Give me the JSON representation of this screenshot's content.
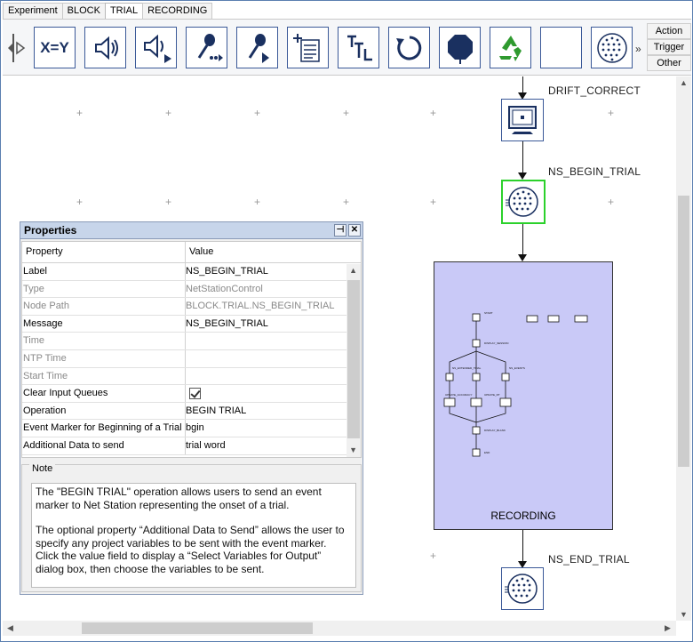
{
  "tabs": [
    {
      "label": "Experiment",
      "active": false
    },
    {
      "label": "BLOCK",
      "active": false
    },
    {
      "label": "TRIAL",
      "active": true
    },
    {
      "label": "RECORDING",
      "active": false
    }
  ],
  "toolbar": {
    "buttons": [
      {
        "name": "set-variable-button",
        "icon": "x-equals-y-icon",
        "text": "X=Y"
      },
      {
        "name": "play-sound-button",
        "icon": "speaker-icon"
      },
      {
        "name": "play-sound-until-button",
        "icon": "speaker-arrow-icon"
      },
      {
        "name": "record-sound-button",
        "icon": "microphone-dots-icon"
      },
      {
        "name": "record-sound-arrow-button",
        "icon": "microphone-arrow-icon"
      },
      {
        "name": "text-display-button",
        "icon": "text-add-icon"
      },
      {
        "name": "ttl-button",
        "icon": "ttl-icon"
      },
      {
        "name": "loop-button",
        "icon": "loop-icon"
      },
      {
        "name": "stop-button",
        "icon": "stop-sign-icon"
      },
      {
        "name": "recycle-button",
        "icon": "recycle-icon"
      },
      {
        "name": "blank-button",
        "icon": "blank-icon"
      },
      {
        "name": "net-station-button",
        "icon": "sensor-net-icon"
      }
    ],
    "more_label": "»",
    "side_tabs": [
      "Action",
      "Trigger",
      "Other"
    ]
  },
  "canvas": {
    "nodes": [
      {
        "name": "drift-correct",
        "label": "DRIFT_CORRECT",
        "icon": "monitor-icon"
      },
      {
        "name": "ns-begin-trial",
        "label": "NS_BEGIN_TRIAL",
        "icon": "sensor-net-icon",
        "selected": true
      },
      {
        "name": "recording",
        "label": "RECORDING",
        "icon": "sub-graph-icon"
      },
      {
        "name": "ns-end-trial",
        "label": "NS_END_TRIAL",
        "icon": "sensor-net-icon"
      }
    ]
  },
  "properties": {
    "title": "Properties",
    "pin_glyph": "⊣",
    "close_glyph": "✕",
    "header": {
      "property": "Property",
      "value": "Value"
    },
    "rows": [
      {
        "property": "Label",
        "value": "NS_BEGIN_TRIAL",
        "dim": false
      },
      {
        "property": "Type",
        "value": "NetStationControl",
        "dim": true
      },
      {
        "property": "Node Path",
        "value": "BLOCK.TRIAL.NS_BEGIN_TRIAL",
        "dim": true
      },
      {
        "property": "Message",
        "value": "NS_BEGIN_TRIAL",
        "dim": false
      },
      {
        "property": "Time",
        "value": "",
        "dim": true
      },
      {
        "property": "NTP Time",
        "value": "",
        "dim": true
      },
      {
        "property": "Start Time",
        "value": "",
        "dim": true
      },
      {
        "property": "Clear Input Queues",
        "value": "",
        "checked": true,
        "dim": false
      },
      {
        "property": "Operation",
        "value": "BEGIN TRIAL",
        "dim": false
      },
      {
        "property": "Event Marker for Beginning of a Trial",
        "value": "bgin",
        "dim": false
      },
      {
        "property": "Additional Data to send",
        "value": "trial word",
        "dim": false
      }
    ],
    "note": {
      "legend": "Note",
      "paragraphs": [
        "The \"BEGIN TRIAL\" operation allows users to send an event marker to Net Station representing the onset of a trial.",
        "The optional property “Additional Data to Send” allows the user to specify any project variables to be sent with the event marker. Click the value field to display a “Select Variables for Output” dialog box, then choose the variables to be sent."
      ]
    }
  },
  "colors": {
    "accent_border": "#3b5998",
    "selected_border": "#2bd12b",
    "recording_fill": "#c9c9f7",
    "panel_title": "#c7d5ea"
  }
}
